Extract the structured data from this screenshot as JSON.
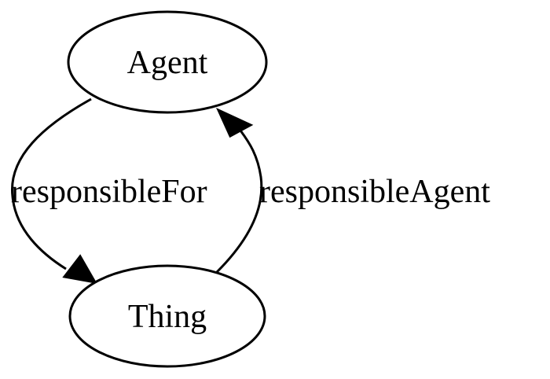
{
  "diagram": {
    "nodes": [
      {
        "id": "agent",
        "label": "Agent"
      },
      {
        "id": "thing",
        "label": "Thing"
      }
    ],
    "edges": [
      {
        "from": "agent",
        "to": "thing",
        "label": "responsibleFor"
      },
      {
        "from": "thing",
        "to": "agent",
        "label": "responsibleAgent"
      }
    ]
  }
}
